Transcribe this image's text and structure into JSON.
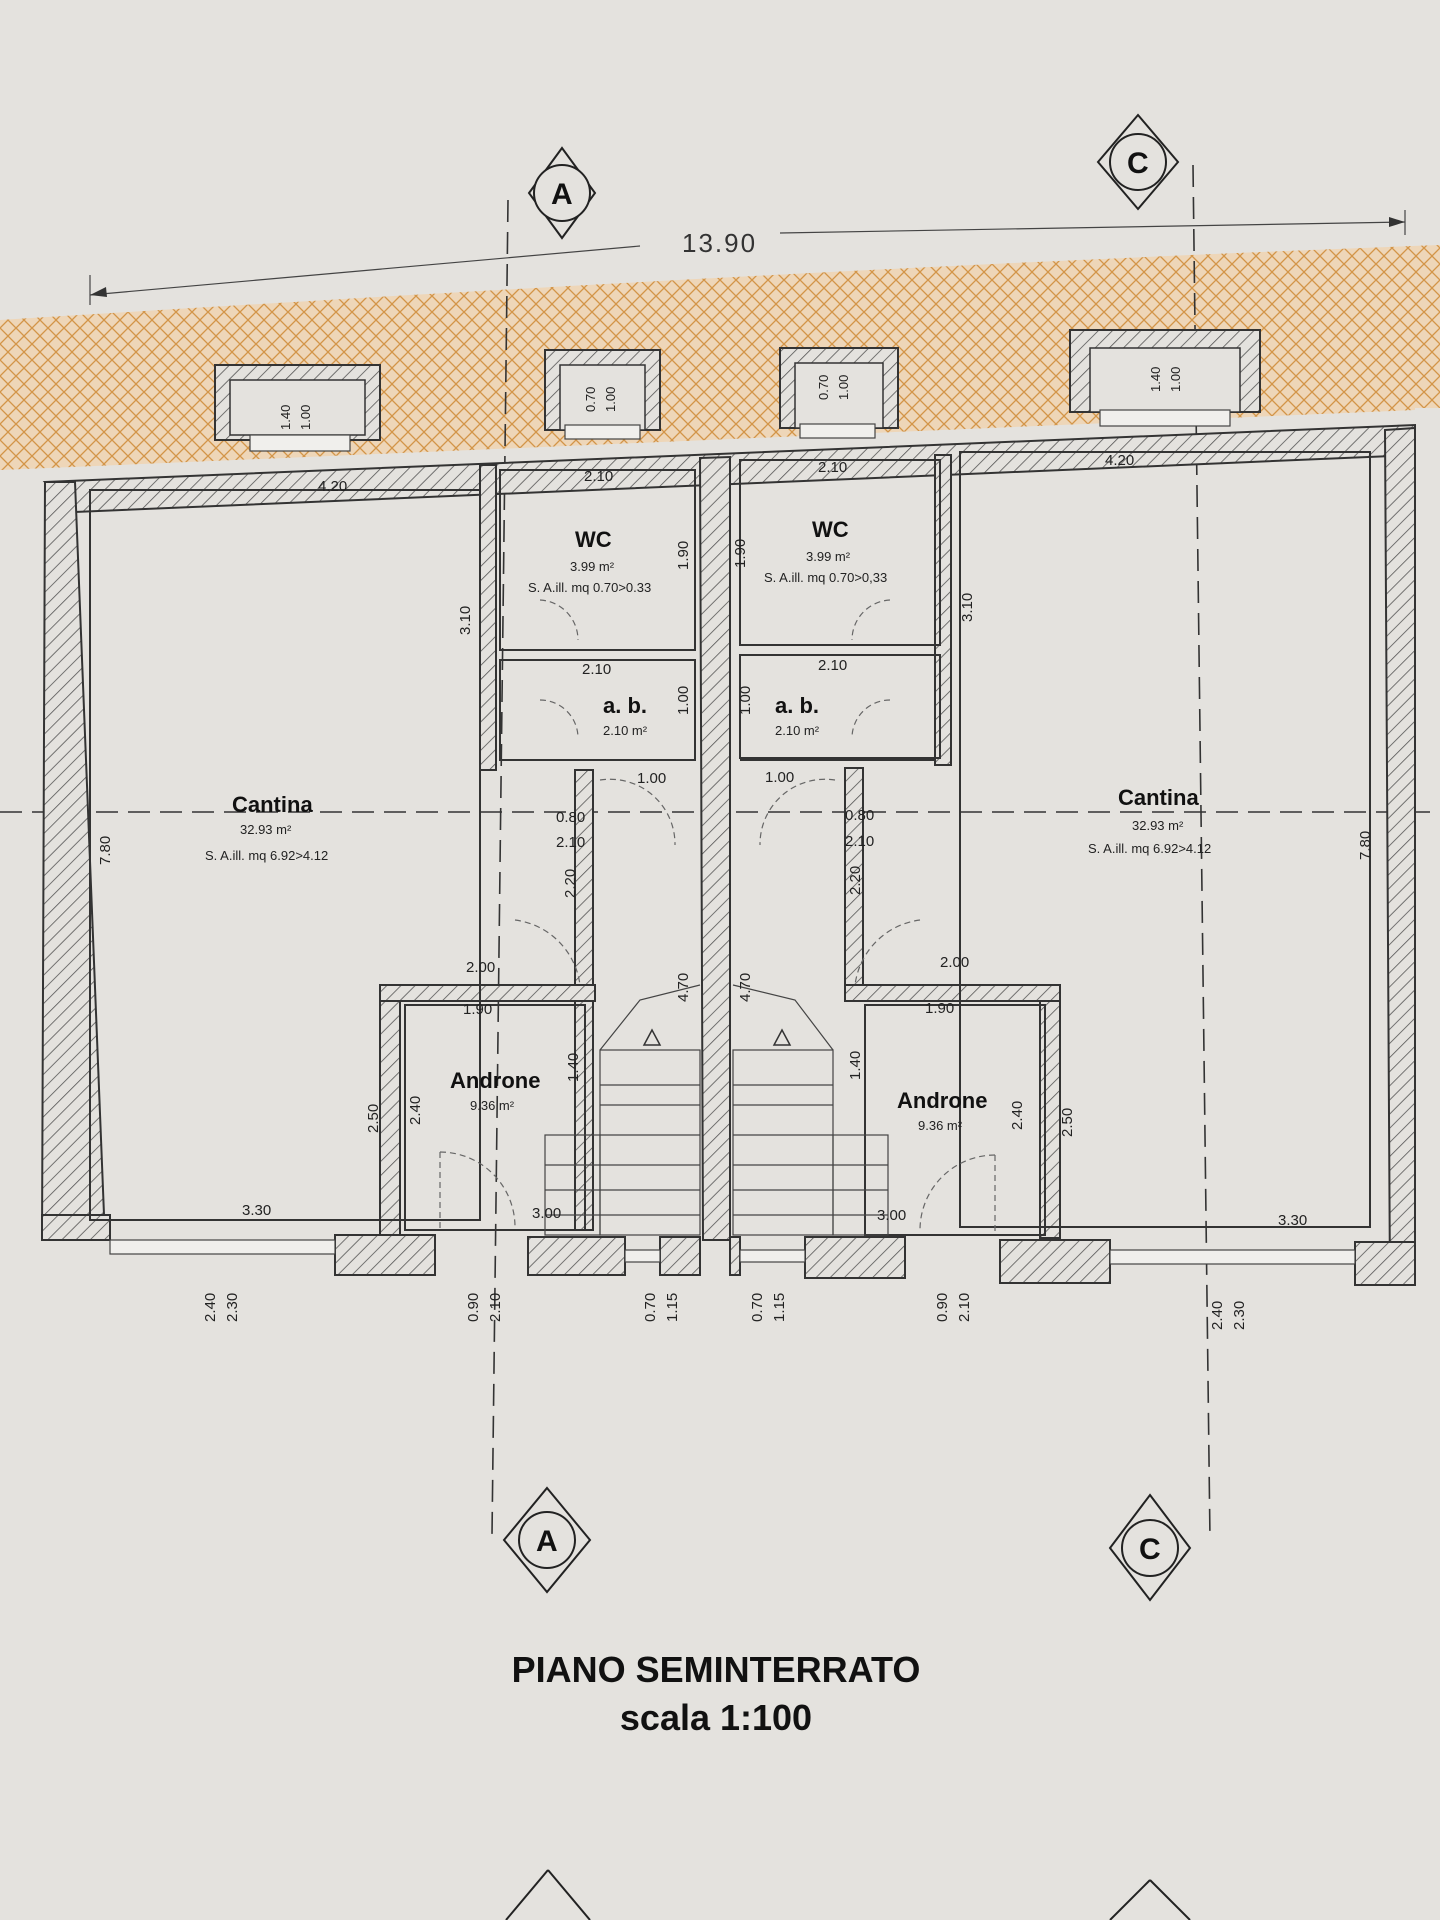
{
  "overall_dimension": "13.90",
  "axes": {
    "a": "A",
    "c": "C"
  },
  "rooms": {
    "cantina_left": {
      "name": "Cantina",
      "area": "32.93 m²",
      "ratio": "S. A.ill. mq 6.92>4.12"
    },
    "cantina_right": {
      "name": "Cantina",
      "area": "32.93 m²",
      "ratio": "S. A.ill. mq 6.92>4.12"
    },
    "wc_left": {
      "name": "WC",
      "area": "3.99 m²",
      "ratio": "S. A.ill. mq 0.70>0.33"
    },
    "wc_right": {
      "name": "WC",
      "area": "3.99 m²",
      "ratio": "S. A.ill. mq 0.70>0,33"
    },
    "ab_left": {
      "name": "a. b.",
      "area": "2.10 m²"
    },
    "ab_right": {
      "name": "a. b.",
      "area": "2.10 m²"
    },
    "androne_left": {
      "name": "Androne",
      "area": "9.36 m²"
    },
    "androne_right": {
      "name": "Androne",
      "area": "9.36 m²"
    }
  },
  "dims": {
    "d420": "4.20",
    "d210": "2.10",
    "d190": "1.90",
    "d310": "3.10",
    "d100": "1.00",
    "d080": "0.80",
    "d220": "2.20",
    "d470": "4.70",
    "d200": "2.00",
    "d140": "1.40",
    "d250": "2.50",
    "d240": "2.40",
    "d330": "3.30",
    "d300": "3.00",
    "d780": "7.80",
    "d070": "0.70",
    "d115": "1.15",
    "d090": "0.90",
    "d230": "2.30",
    "d140b": "1.40",
    "d100b": "1.00",
    "d_top_mid": "2.10",
    "d_top_right": "4.20"
  },
  "title": {
    "line1": "PIANO SEMINTERRATO",
    "line2": "scala 1:100"
  }
}
